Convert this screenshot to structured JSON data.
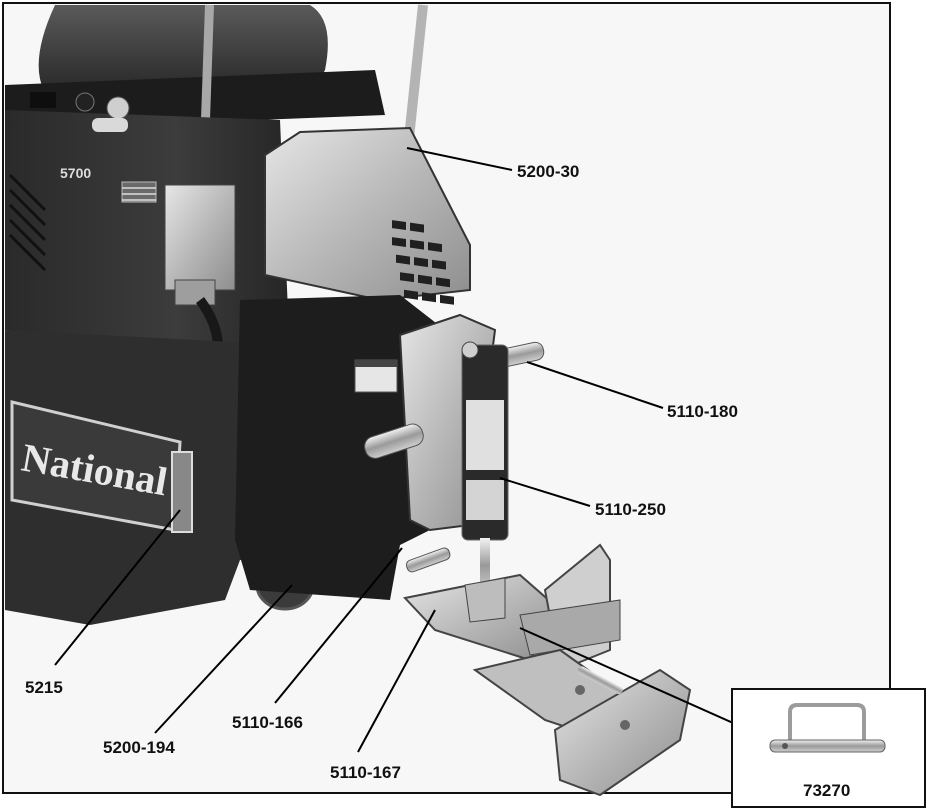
{
  "machine": {
    "model": "5700",
    "brand": "National"
  },
  "callouts": [
    {
      "id": "c1",
      "label": "5200-30"
    },
    {
      "id": "c2",
      "label": "5110-180"
    },
    {
      "id": "c3",
      "label": "5110-250"
    },
    {
      "id": "c4",
      "label": "5215"
    },
    {
      "id": "c5",
      "label": "5200-194"
    },
    {
      "id": "c6",
      "label": "5110-166"
    },
    {
      "id": "c7",
      "label": "5110-167"
    }
  ],
  "inset": {
    "label": "73270"
  }
}
